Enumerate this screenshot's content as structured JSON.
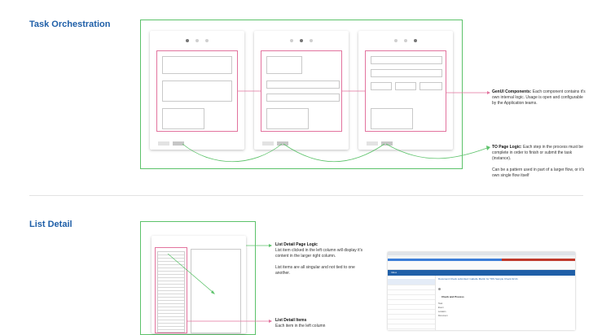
{
  "sections": {
    "task_orchestration": {
      "title": "Task Orchestration"
    },
    "list_detail": {
      "title": "List Detail"
    }
  },
  "annotations": {
    "genui": {
      "heading": "GenUI Components:",
      "body": "Each component contains it's own internal logic. Usage is open and configurable by the Application teams."
    },
    "to_page_logic": {
      "heading": "TO Page Logic:",
      "body": "Each step in the process must be complete in order to finish or submit the task (instance).",
      "extra": "Can be a pattern used in part of a larger flow, or it's own single flow itself"
    },
    "list_detail_page_logic": {
      "heading": "List Detail Page Logic",
      "body": "List item clicked in the left column will display it's content in the larger right column.",
      "extra": "List items are all singular and not tied to one another."
    },
    "list_detail_items": {
      "heading": "List Detail Items",
      "body": "Each item in the left column"
    }
  },
  "screenshot": {
    "app_name": "Inbox",
    "subject": "Document Check submitted: Isabelle Martin for TDS Sample Check 02.21",
    "section_header": "Check and Process",
    "fields": [
      "Task",
      "Event",
      "Location",
      "Document"
    ]
  },
  "colors": {
    "accent_blue": "#1f5fa8",
    "green": "#5cc26a",
    "pink": "#e2739e"
  }
}
